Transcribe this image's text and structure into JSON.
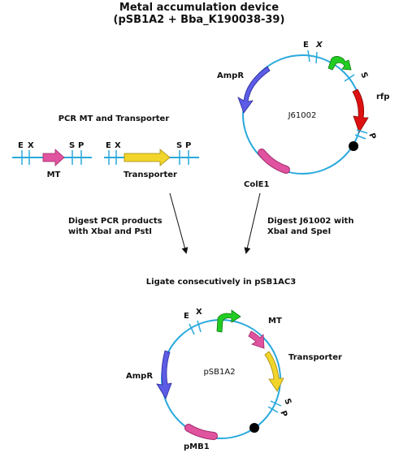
{
  "title": {
    "line1": "Metal accumulation device",
    "line2": "(pSB1A2 + Bba_K190038-39)"
  },
  "pcr": {
    "heading": "PCR MT and Transporter",
    "mt_label": "MT",
    "transporter_label": "Transporter"
  },
  "sites": {
    "E": "E",
    "X": "X",
    "S": "S",
    "P": "P"
  },
  "plasmid_top": {
    "name": "J61002",
    "ampr": "AmpR",
    "rfp": "rfp",
    "cole1": "ColE1"
  },
  "steps": {
    "digest_pcr_1": "Digest PCR products",
    "digest_pcr_2": "with XbaI and PstI",
    "digest_j_1": "Digest J61002 with",
    "digest_j_2": "XbaI and SpeI",
    "ligate": "Ligate consecutively in pSB1AC3"
  },
  "plasmid_bottom": {
    "name": "pSB1A2",
    "ampr": "AmpR",
    "mt": "MT",
    "transporter": "Transporter",
    "pmb1": "pMB1"
  },
  "colors": {
    "backbone": "#29a9dc",
    "ampr": "#5c5ce6",
    "promoter": "#22cc22",
    "rfp": "#dd1111",
    "cole1": "#e0539f",
    "mt": "#e0539f",
    "transporter": "#f2d52a",
    "terminator": "#000000"
  }
}
